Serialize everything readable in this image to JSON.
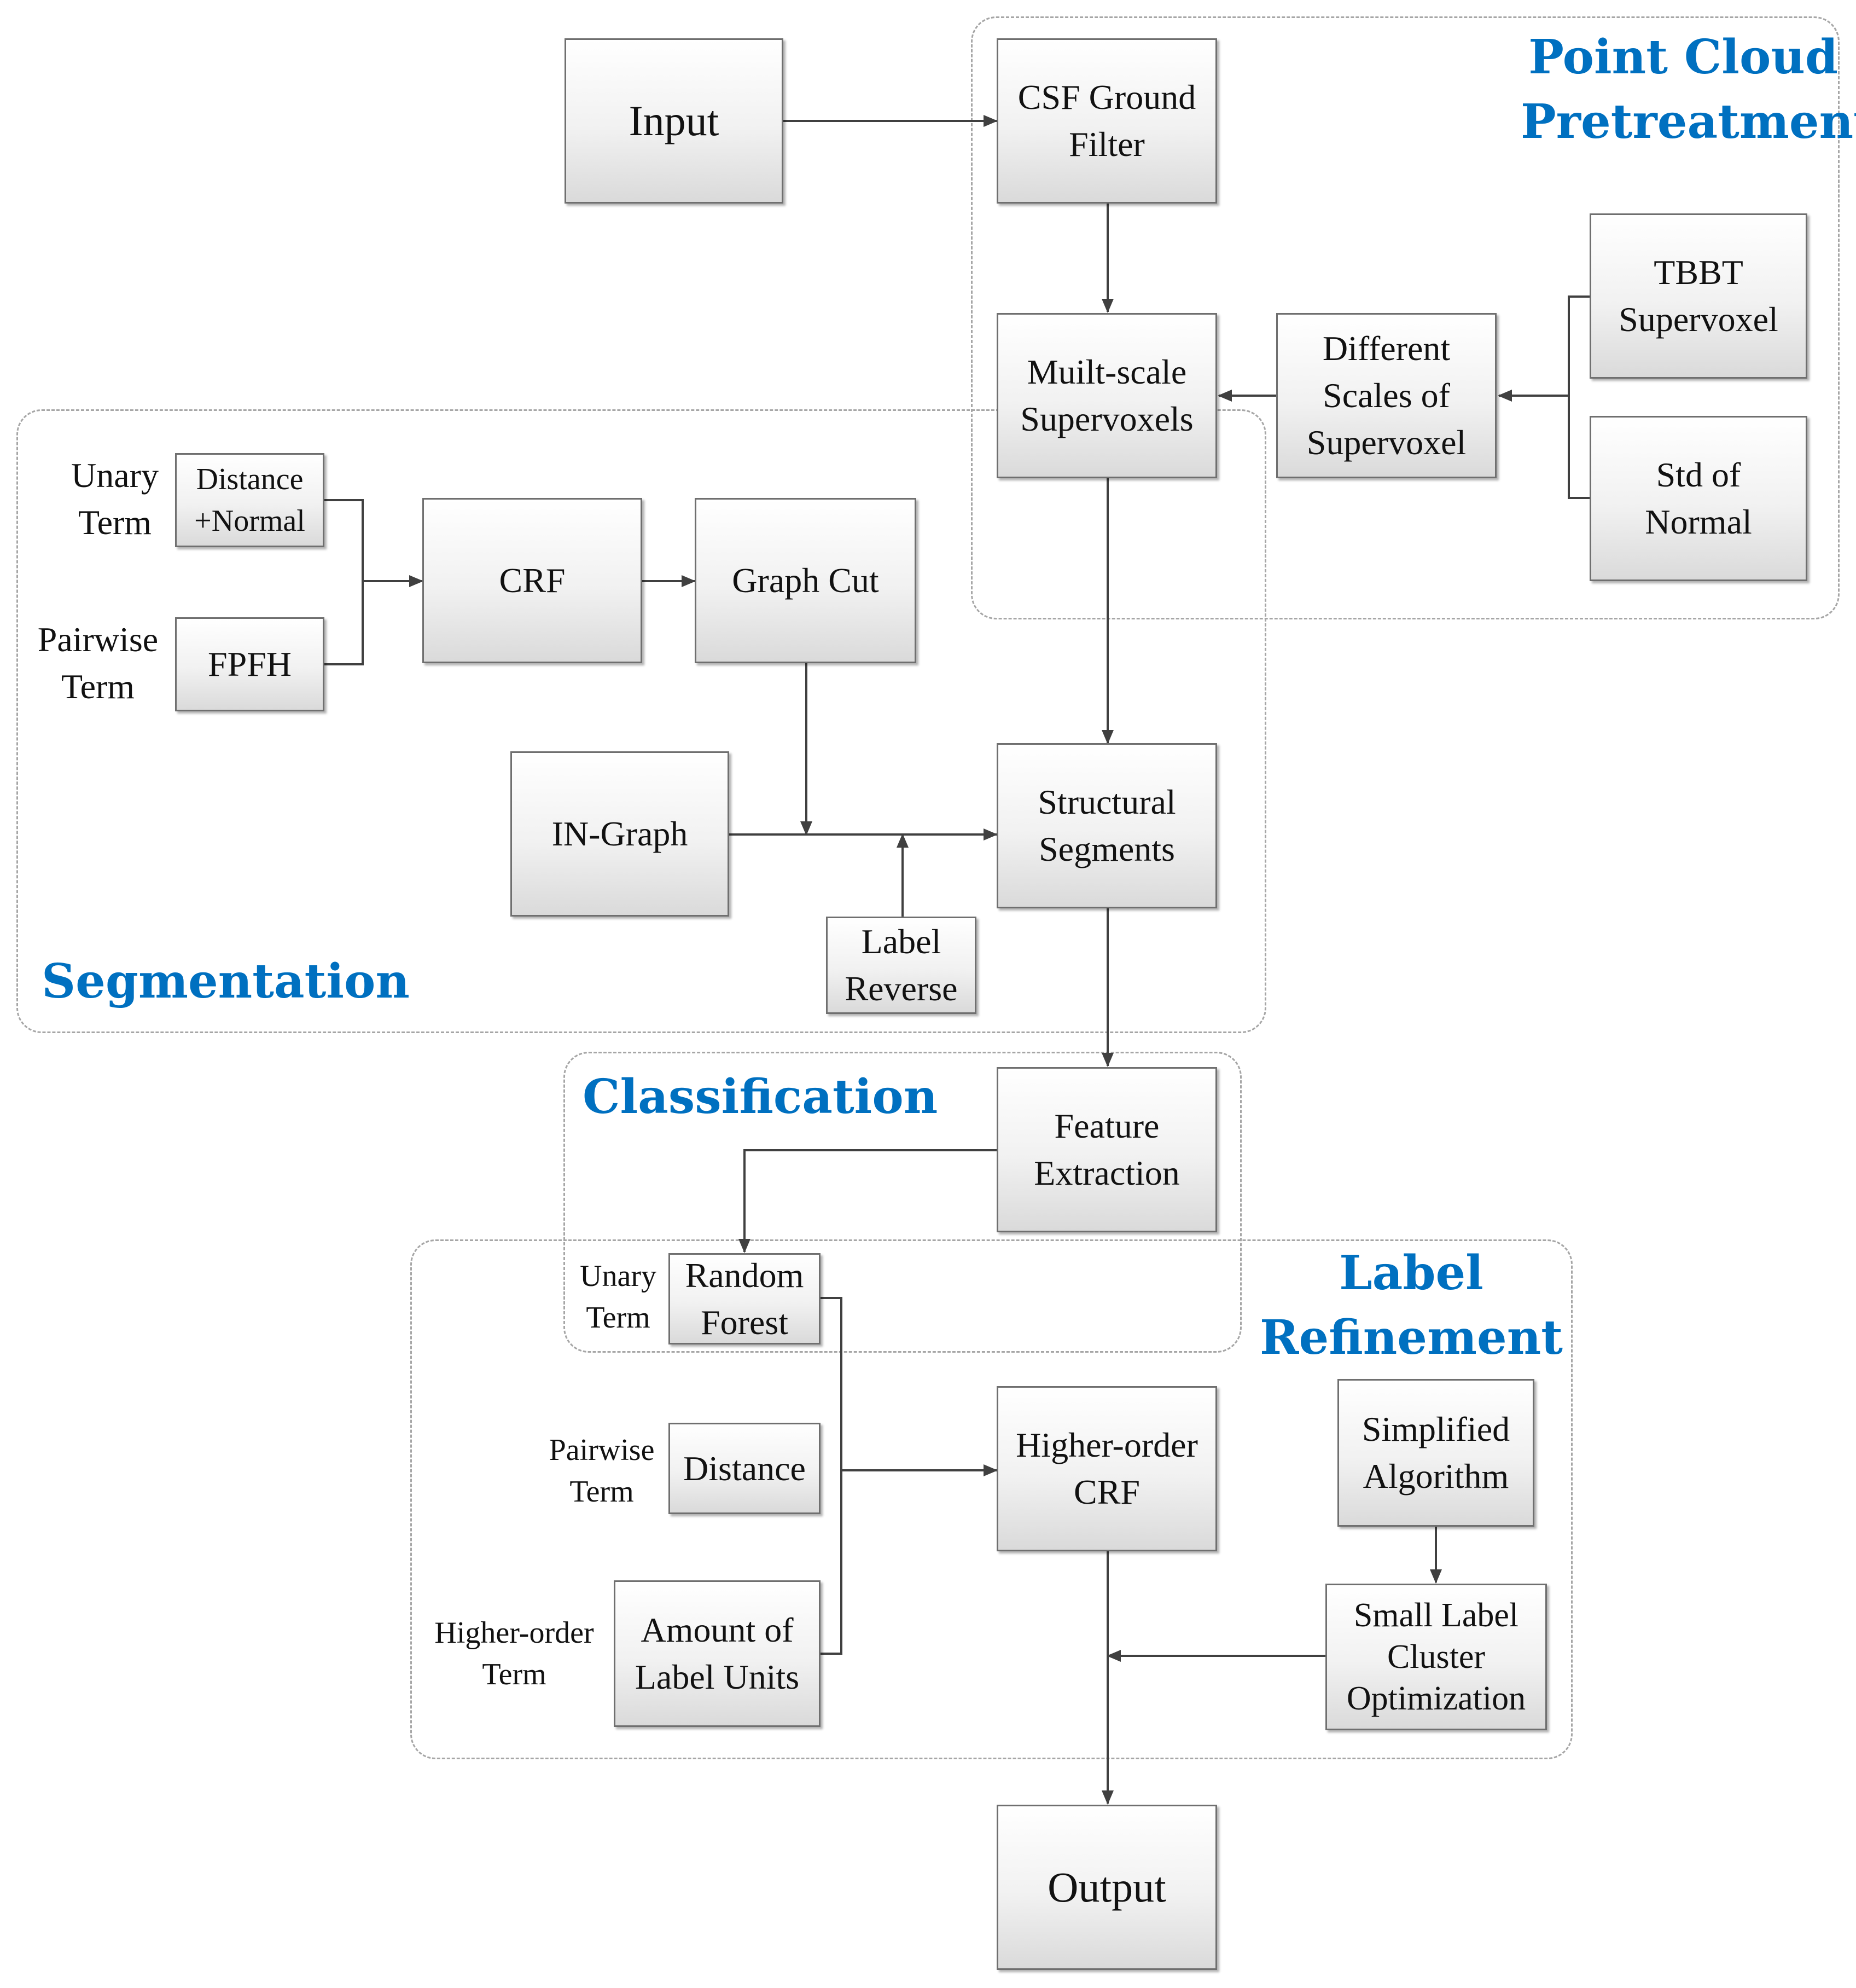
{
  "regions": {
    "pretreatment": {
      "title": "Point Cloud\nPretreatment"
    },
    "segmentation": {
      "title": "Segmentation"
    },
    "classification": {
      "title": "Classification"
    },
    "refinement": {
      "title": "Label\nRefinement"
    }
  },
  "boxes": {
    "input": "Input",
    "csf_ground_filter": "CSF Ground\nFilter",
    "multiscale_supervoxels": "Muilt-scale\nSupervoxels",
    "different_scales": "Different\nScales of\nSupervoxel",
    "tbbt_supervoxel": "TBBT\nSupervoxel",
    "std_of_normal": "Std of\nNormal",
    "distance_normal": "Distance\n+Normal",
    "fpfh": "FPFH",
    "crf": "CRF",
    "graph_cut": "Graph Cut",
    "in_graph": "IN-Graph",
    "structural_segments": "Structural\nSegments",
    "label_reverse": "Label\nReverse",
    "feature_extraction": "Feature\nExtraction",
    "random_forest": "Random\nForest",
    "distance": "Distance",
    "amount_label_units": "Amount of\nLabel Units",
    "higher_order_crf": "Higher-order\nCRF",
    "simplified_algorithm": "Simplified\nAlgorithm",
    "small_label_cluster": "Small Label\nCluster\nOptimization",
    "output": "Output"
  },
  "terms": {
    "seg_unary": "Unary\nTerm",
    "seg_pairwise": "Pairwise\nTerm",
    "ref_unary": "Unary\nTerm",
    "ref_pairwise": "Pairwise\nTerm",
    "ref_higher_order": "Higher-order\nTerm"
  }
}
